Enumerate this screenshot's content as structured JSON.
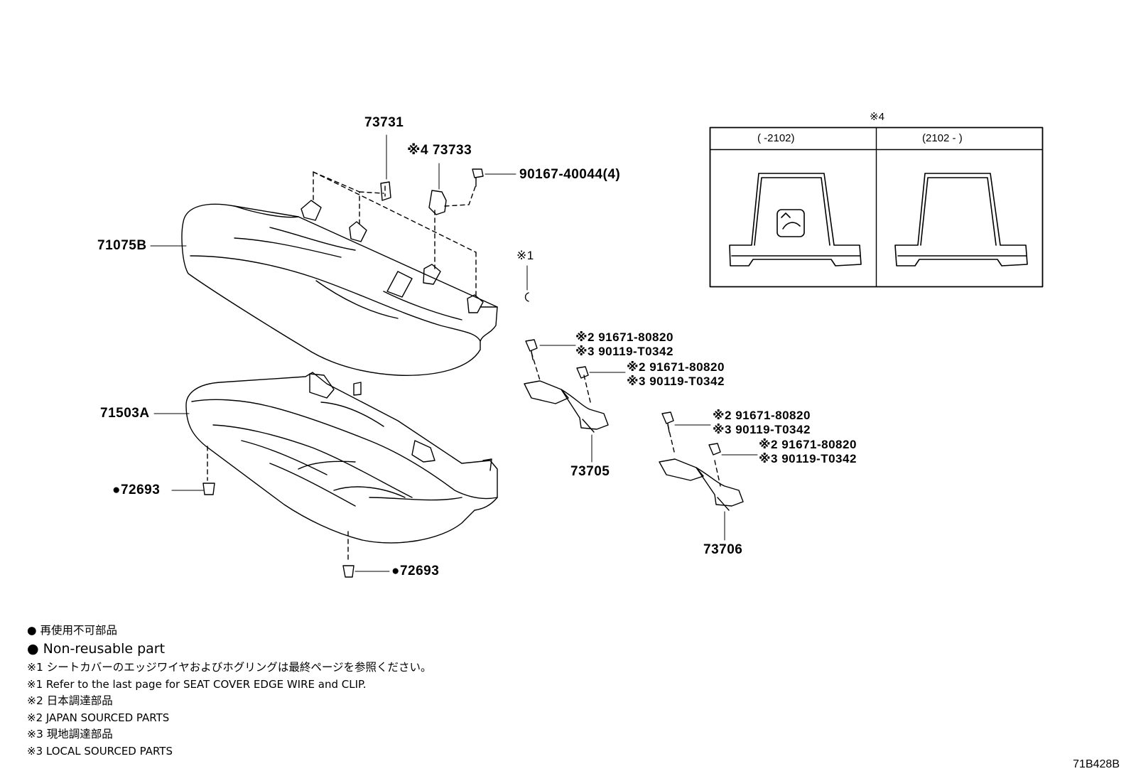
{
  "callouts": {
    "p73731": "73731",
    "p73733": "※4 73733",
    "p90167": "90167-40044(4)",
    "p71075b": "71075B",
    "note1": "※1",
    "p71503a": "71503A",
    "p72693_left": "●72693",
    "p72693_bottom": "●72693",
    "p73705": "73705",
    "p73706": "73706",
    "bolt_a1": "※2 91671-80820",
    "bolt_a2": "※3 90119-T0342",
    "bolt_b1": "※2 91671-80820",
    "bolt_b2": "※3 90119-T0342",
    "bolt_c1": "※2 91671-80820",
    "bolt_c2": "※3 90119-T0342",
    "bolt_d1": "※2 91671-80820",
    "bolt_d2": "※3 90119-T0342"
  },
  "inset": {
    "title": "※4",
    "col_left": "(     -2102)",
    "col_right": "(2102 -     )"
  },
  "legend": {
    "line1": "● 再使用不可部品",
    "line2": "● Non-reusable part",
    "line3": "※1 シートカバーのエッジワイヤおよびホグリングは最終ページを参照ください。",
    "line4": "※1 Refer to the last page for SEAT COVER EDGE WIRE and CLIP.",
    "line5": "※2 日本調達部品",
    "line6": "※2 JAPAN SOURCED PARTS",
    "line7": "※3 現地調達部品",
    "line8": "※3 LOCAL SOURCED PARTS"
  },
  "diagram_ref": "71B428B"
}
